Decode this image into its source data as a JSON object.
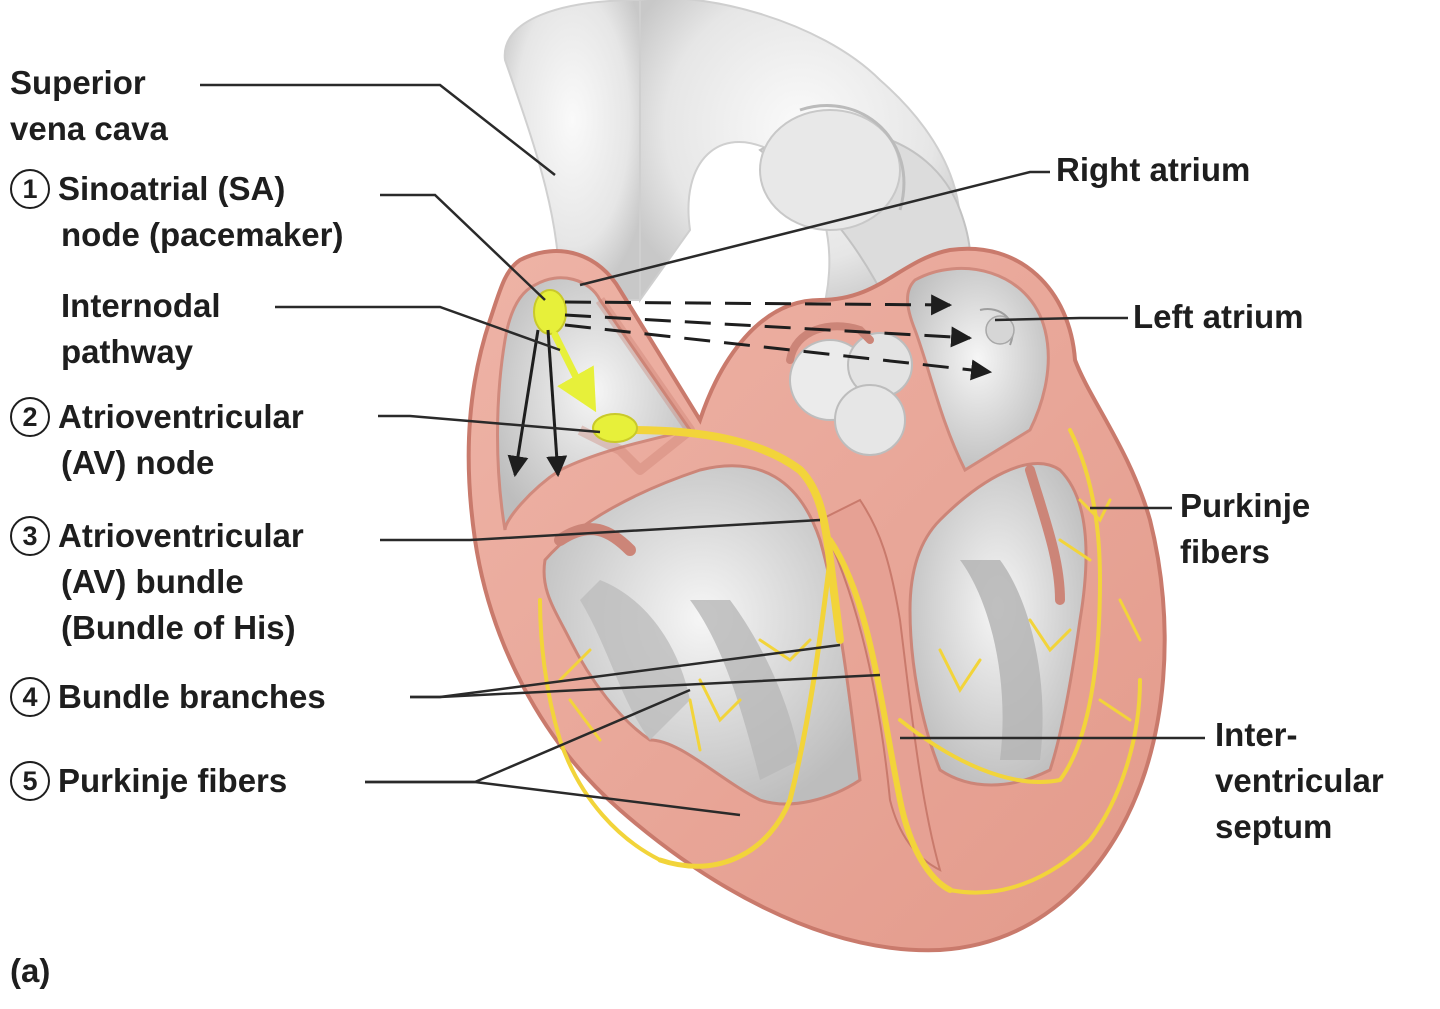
{
  "labels": {
    "superior_vena_cava": [
      "Superior",
      "vena cava"
    ],
    "sa_node": {
      "number": "1",
      "lines": [
        "Sinoatrial (SA)",
        "node (pacemaker)"
      ]
    },
    "internodal_pathway": [
      "Internodal",
      "pathway"
    ],
    "av_node": {
      "number": "2",
      "lines": [
        "Atrioventricular",
        "(AV) node"
      ]
    },
    "av_bundle": {
      "number": "3",
      "lines": [
        "Atrioventricular",
        "(AV) bundle",
        "(Bundle of His)"
      ]
    },
    "bundle_branches": {
      "number": "4",
      "lines": [
        "Bundle branches"
      ]
    },
    "purkinje_left": {
      "number": "5",
      "lines": [
        "Purkinje fibers"
      ]
    },
    "right_atrium": [
      "Right atrium"
    ],
    "left_atrium": [
      "Left atrium"
    ],
    "purkinje_right": [
      "Purkinje",
      "fibers"
    ],
    "interventricular_septum": [
      "Inter-",
      "ventricular",
      "septum"
    ],
    "panel": "(a)"
  },
  "colors": {
    "muscle": "#e8a79a",
    "muscle_edge": "#c97a6c",
    "tissue_light": "#f2f2f2",
    "tissue_shadow": "#c9c9c9",
    "conduction": "#f2d43a",
    "node": "#e7f03a",
    "text": "#1e1e1e"
  }
}
